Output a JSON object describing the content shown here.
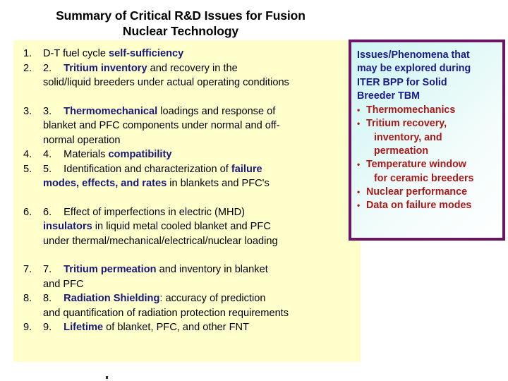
{
  "slide": {
    "title_line1": "Summary of Critical R&D Issues for Fusion",
    "title_line2": "Nuclear Technology",
    "panel_color": "#ffffcc",
    "accent_blue": "#181878",
    "accent_red": "#a81a1a",
    "box_border": "#6b1566"
  },
  "issues": [
    {
      "number": "1.",
      "inner_number": "",
      "lead": "D-T fuel cycle ",
      "bold": "self-sufficiency",
      "tail": "",
      "extra_lines": []
    },
    {
      "number": "2.",
      "inner_number": "2.",
      "lead": "",
      "bold": "Tritium inventory",
      "tail": " and recovery in the",
      "extra_lines": [
        "solid/liquid breeders under actual operating conditions"
      ]
    },
    {
      "number": "3.",
      "inner_number": "3.",
      "lead": "",
      "bold": "Thermomechanical",
      "tail": " loadings and response of",
      "extra_lines": [
        "blanket and PFC components under normal and off-",
        "normal operation"
      ]
    },
    {
      "number": "4.",
      "inner_number": "4.",
      "lead": "Materials ",
      "bold": "compatibility",
      "tail": "",
      "extra_lines": []
    },
    {
      "number": "5.",
      "inner_number": "5.",
      "lead": "Identification and characterization of ",
      "bold": "failure",
      "tail": "",
      "extra_lines": []
    },
    {
      "number": "6.",
      "inner_number": "6.",
      "lead": "Effect of imperfections in electric (MHD)",
      "bold": "",
      "tail": "",
      "extra_lines": []
    },
    {
      "number": "7.",
      "inner_number": "7.",
      "lead": "",
      "bold": "Tritium permeation",
      "tail": " and inventory in blanket",
      "extra_lines": [
        "and PFC"
      ]
    },
    {
      "number": "8.",
      "inner_number": "8.",
      "lead": "",
      "bold": "Radiation Shielding",
      "tail": ":  accuracy of prediction",
      "extra_lines": [
        "and quantification of radiation protection requirements"
      ]
    },
    {
      "number": "9.",
      "inner_number": "9.",
      "lead": "",
      "bold": "Lifetime",
      "tail": " of blanket, PFC, and other  FNT",
      "extra_lines": []
    }
  ],
  "issue5_continuation": {
    "bold": "modes, effects, and rates",
    "tail": " in blankets and PFC's"
  },
  "issue6_continuation": {
    "bold": "insulators",
    "tail": " in liquid metal cooled blanket and PFC",
    "line3": "under thermal/mechanical/electrical/nuclear loading"
  },
  "tbm_box": {
    "heading_line1": "Issues/Phenomena that",
    "heading_line2": "may be explored during",
    "heading_line3": "ITER BPP for Solid",
    "heading_line4": "Breeder TBM",
    "bullet_glyph": "•",
    "bullets": [
      {
        "line1": "Thermomechanics",
        "line2": "",
        "line3": ""
      },
      {
        "line1": "Tritium recovery,",
        "line2": "inventory, and",
        "line3": "permeation"
      },
      {
        "line1": "Temperature window",
        "line2": "for ceramic breeders",
        "line3": ""
      },
      {
        "line1": "Nuclear performance",
        "line2": "",
        "line3": ""
      },
      {
        "line1": "Data on failure modes",
        "line2": "",
        "line3": ""
      }
    ]
  }
}
